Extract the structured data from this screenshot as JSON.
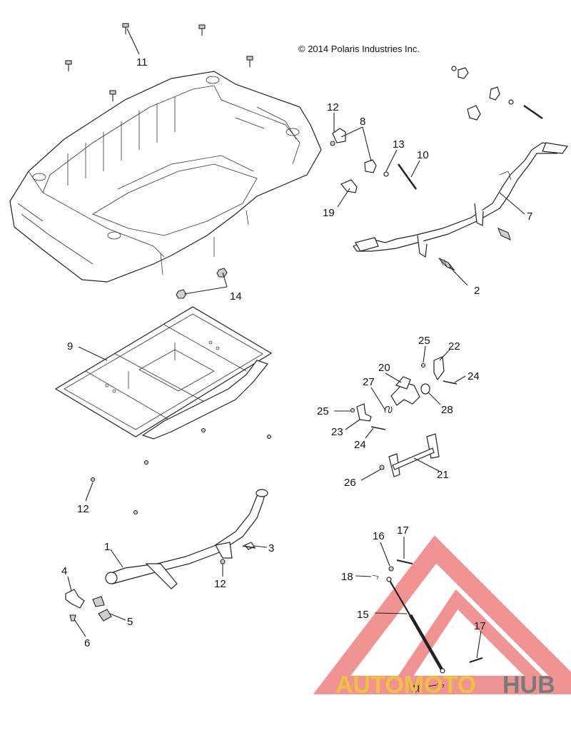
{
  "copyright": "© 2014 Polaris Industries Inc.",
  "watermark": {
    "text_a": "AUTOMOTO",
    "text_b": "HUB",
    "color_a": "#f0c040",
    "color_b": "#7a7a7a",
    "color_logo": "#e43b3b"
  },
  "callouts": [
    {
      "id": "c11",
      "label": "11"
    },
    {
      "id": "c12a",
      "label": "12"
    },
    {
      "id": "c8",
      "label": "8"
    },
    {
      "id": "c13",
      "label": "13"
    },
    {
      "id": "c10",
      "label": "10"
    },
    {
      "id": "c19",
      "label": "19"
    },
    {
      "id": "c7",
      "label": "7"
    },
    {
      "id": "c2",
      "label": "2"
    },
    {
      "id": "c14",
      "label": "14"
    },
    {
      "id": "c9",
      "label": "9"
    },
    {
      "id": "c25a",
      "label": "25"
    },
    {
      "id": "c22",
      "label": "22"
    },
    {
      "id": "c20",
      "label": "20"
    },
    {
      "id": "c24a",
      "label": "24"
    },
    {
      "id": "c27",
      "label": "27"
    },
    {
      "id": "c28",
      "label": "28"
    },
    {
      "id": "c25b",
      "label": "25"
    },
    {
      "id": "c23",
      "label": "23"
    },
    {
      "id": "c24b",
      "label": "24"
    },
    {
      "id": "c21",
      "label": "21"
    },
    {
      "id": "c26",
      "label": "26"
    },
    {
      "id": "c12b",
      "label": "12"
    },
    {
      "id": "c1",
      "label": "1"
    },
    {
      "id": "c3",
      "label": "3"
    },
    {
      "id": "c16",
      "label": "16"
    },
    {
      "id": "c17a",
      "label": "17"
    },
    {
      "id": "c4",
      "label": "4"
    },
    {
      "id": "c18a",
      "label": "18"
    },
    {
      "id": "c12c",
      "label": "12"
    },
    {
      "id": "c15",
      "label": "15"
    },
    {
      "id": "c5",
      "label": "5"
    },
    {
      "id": "c17b",
      "label": "17"
    },
    {
      "id": "c6",
      "label": "6"
    },
    {
      "id": "c18b",
      "label": "18"
    }
  ]
}
